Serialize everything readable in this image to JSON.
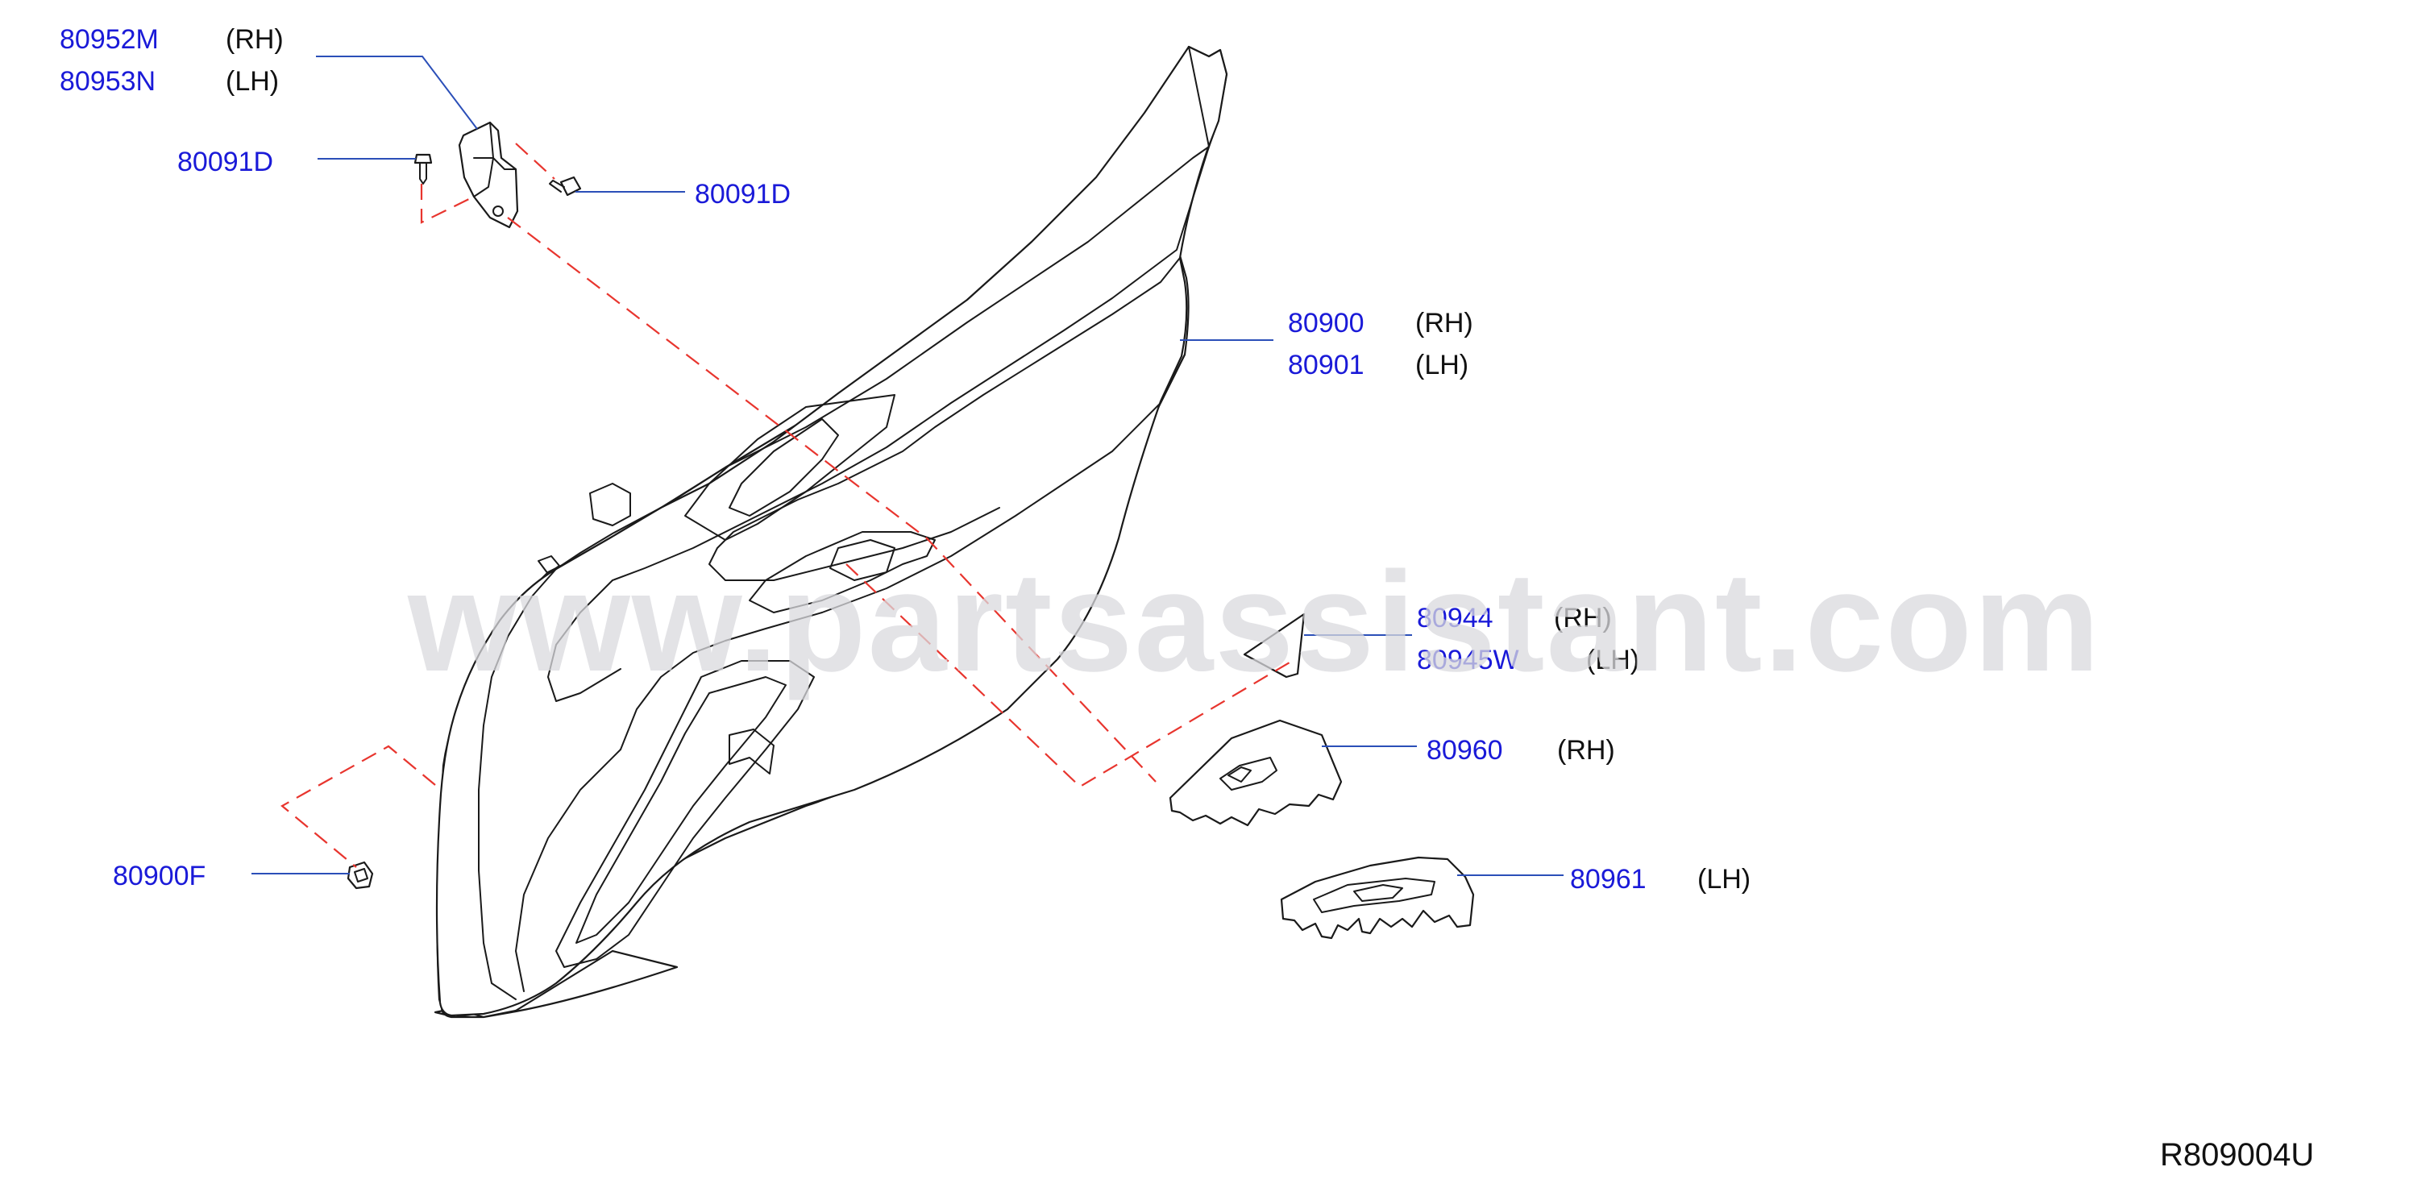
{
  "colors": {
    "part_number": "#1a1ad8",
    "side_label": "#111111",
    "leader_line": "#2b4fb8",
    "dashed_guide": "#e8352e",
    "watermark": "#d9d9dd",
    "outline": "#1a1a1a"
  },
  "watermark": "www.partsassistant.com",
  "callouts": {
    "bracket": {
      "rh_part": "80952M",
      "rh_side": "(RH)",
      "lh_part": "80953N",
      "lh_side": "(LH)"
    },
    "screw_left": {
      "part": "80091D"
    },
    "screw_right": {
      "part": "80091D"
    },
    "door_trim": {
      "rh_part": "80900",
      "rh_side": "(RH)",
      "lh_part": "80901",
      "lh_side": "(LH)"
    },
    "corner_finisher": {
      "rh_part": "80944",
      "rh_side": "(RH)",
      "lh_part": "80945W",
      "lh_side": "(LH)"
    },
    "switch_finisher_rh": {
      "part": "80960",
      "side": "(RH)"
    },
    "switch_finisher_lh": {
      "part": "80961",
      "side": "(LH)"
    },
    "clip": {
      "part": "80900F"
    }
  },
  "diagram_reference": "R809004U"
}
